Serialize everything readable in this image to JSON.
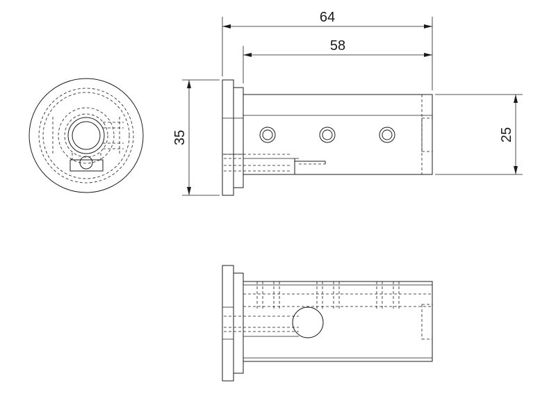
{
  "dimensions": {
    "overall_length": "64",
    "body_length": "58",
    "flange_diameter": "35",
    "body_diameter": "25"
  },
  "colors": {
    "line": "#1a1a1a",
    "background": "#ffffff"
  }
}
